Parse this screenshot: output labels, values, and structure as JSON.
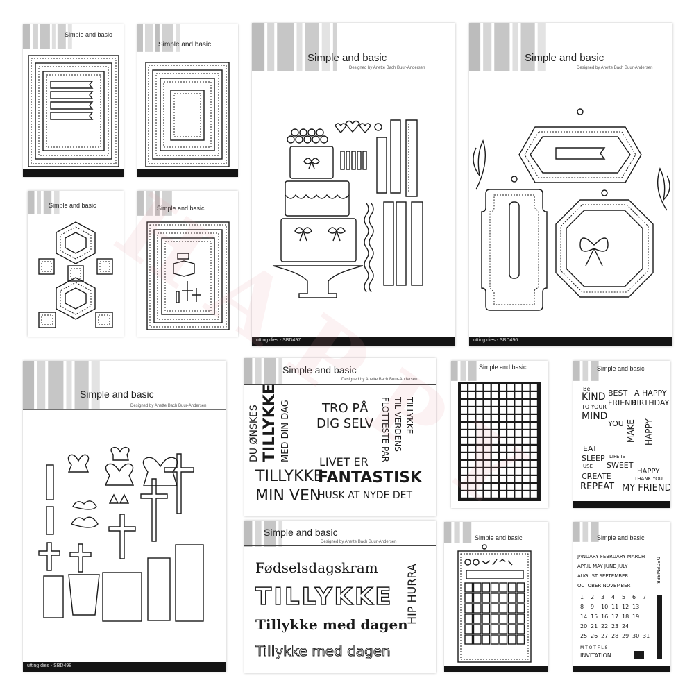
{
  "brand": "Simple and basic",
  "watermark": "HAPPY",
  "cards": {
    "c1": {
      "designer": "",
      "footer": ""
    },
    "c2": {
      "designer": "",
      "footer": ""
    },
    "c3": {
      "designer": "",
      "footer": ""
    },
    "c4": {
      "designer": "",
      "footer": ""
    },
    "c5": {
      "designer": "Designed by Anette Bach Buur-Andersen",
      "footer": "utting dies - SBD497"
    },
    "c6": {
      "designer": "Designed by Anette Bach Buur-Andersen",
      "footer": "utting dies - SBD496"
    },
    "c7": {
      "designer": "Designed by Anette Bach Buur-Andersen",
      "footer": "utting dies - SBD498"
    },
    "c8": {
      "designer": "Designed by Anette Bach Buur-Andersen",
      "footer": ""
    },
    "c9": {
      "designer": "Designed by Anette Bach Buur-Andersen",
      "footer": ""
    },
    "c10": {
      "designer": "",
      "footer": ""
    },
    "c11": {
      "designer": "",
      "footer": ""
    },
    "c12": {
      "designer": "",
      "footer": ""
    },
    "c13": {
      "designer": "",
      "footer": ""
    }
  },
  "stamps_danish_1": {
    "du_onskes": "DU ØNSKES",
    "tillykke": "TILLYKKE",
    "med_din_dag": "MED DIN DAG",
    "tro_pa": "TRO PÅ",
    "dig_selv": "DIG SELV",
    "tillykke2": "TILLYKKE",
    "til_verdens": "TIL VERDENS",
    "flotteste_par": "FLOTTESTE PAR",
    "livet_er": "LIVET ER",
    "fantastisk": "FANTASTISK",
    "tillykke_min_ven_1": "TILLYKKE",
    "tillykke_min_ven_2": "MIN VEN",
    "husk": "HUSK AT NYDE DET"
  },
  "stamps_danish_2": {
    "fodselsdagskram": "Fødselsdagskram",
    "tillykke": "TILLYKKE",
    "tillykke_med_dagen": "Tillykke med dagen",
    "tillykke_med_dagen_2": "Tillykke med dagen",
    "hip_hurra": "HIP HURRA"
  },
  "stamps_english": {
    "be": "Be",
    "kind": "KIND",
    "to_your": "TO YOUR",
    "mind": "MIND",
    "best": "BEST",
    "friend": "FRIEND",
    "a_happy": "A HAPPY",
    "birthday": "BIRTHDAY",
    "you": "YOU",
    "make": "MAKE",
    "happy": "HAPPY",
    "eat": "EAT",
    "sleep": "SLEEP",
    "use": "USE",
    "life_is": "LIFE IS",
    "sweet": "SWEET",
    "create": "CREATE",
    "repeat": "REPEAT",
    "happy2": "HAPPY",
    "thank_you": "THANK YOU",
    "my_friend": "MY FRIEND"
  },
  "calendar": {
    "months_row1": "JANUARY FEBRUARY MARCH",
    "months_row2": "APRIL MAY JUNE JULY",
    "months_row3": "AUGUST SEPTEMBER",
    "months_row4": "OCTOBER NOVEMBER",
    "december": "DECEMBER",
    "days": [
      [
        "1",
        "2",
        "3",
        "4",
        "5",
        "6",
        "7"
      ],
      [
        "8",
        "9",
        "10",
        "11",
        "12",
        "13"
      ],
      [
        "14",
        "15",
        "16",
        "17",
        "18",
        "19"
      ],
      [
        "20",
        "21",
        "22",
        "23",
        "24"
      ],
      [
        "25",
        "26",
        "27",
        "28",
        "29",
        "30",
        "31"
      ]
    ],
    "weekdays": "M  T  O  T  F  L  S",
    "invitation": "INVITATION"
  },
  "colors": {
    "stripe_dark": "#b9b9b9",
    "stripe_light": "#dcdcdc",
    "footer": "#141414",
    "line": "#1a1a1a"
  }
}
